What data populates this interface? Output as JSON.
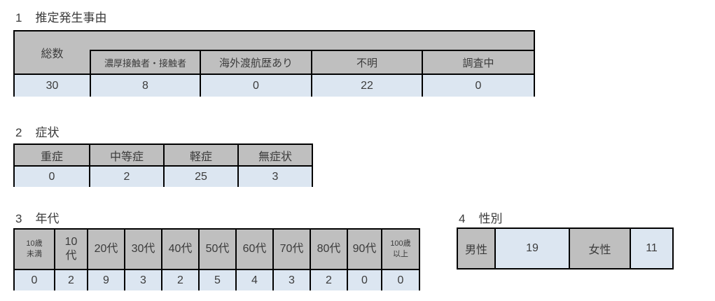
{
  "colors": {
    "header_bg": "#bfbfbf",
    "data_bg": "#dce6f1",
    "border": "#000000",
    "text": "#3b3b3b",
    "page_bg": "#ffffff"
  },
  "sections": {
    "cause": {
      "number": "1",
      "title": "推定発生事由",
      "total_label": "総数",
      "headers": [
        "濃厚接触者・接触者",
        "海外渡航歴あり",
        "不明",
        "調査中"
      ],
      "total_value": "30",
      "values": [
        "8",
        "0",
        "22",
        "0"
      ]
    },
    "symptoms": {
      "number": "2",
      "title": "症状",
      "headers": [
        "重症",
        "中等症",
        "軽症",
        "無症状"
      ],
      "values": [
        "0",
        "2",
        "25",
        "3"
      ]
    },
    "age": {
      "number": "3",
      "title": "年代",
      "headers": [
        "10歳\n未満",
        "10\n代",
        "20代",
        "30代",
        "40代",
        "50代",
        "60代",
        "70代",
        "80代",
        "90代",
        "100歳\n以上"
      ],
      "values": [
        "0",
        "2",
        "9",
        "3",
        "2",
        "5",
        "4",
        "3",
        "2",
        "0",
        "0"
      ]
    },
    "gender": {
      "number": "4",
      "title": "性別",
      "male_label": "男性",
      "male_value": "19",
      "female_label": "女性",
      "female_value": "11"
    }
  }
}
